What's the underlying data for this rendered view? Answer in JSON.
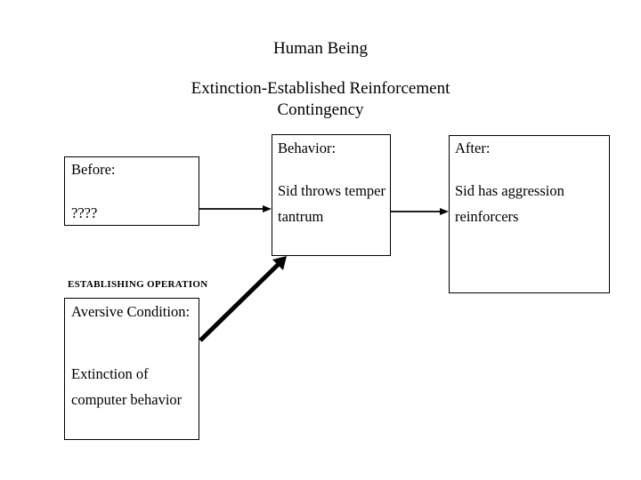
{
  "slide": {
    "title_main": "Human Being",
    "title_sub_line1": "Extinction-Established Reinforcement",
    "title_sub_line2": "Contingency",
    "background_color": "#ffffff",
    "ink_color": "#000000"
  },
  "boxes": {
    "before": {
      "heading": "Before:",
      "value": "????"
    },
    "behavior": {
      "heading": "Behavior:",
      "value": "Sid throws temper tantrum"
    },
    "after": {
      "heading": "After:",
      "value": "Sid has aggression reinforcers"
    },
    "establishing_operation": {
      "banner": "ESTABLISHING OPERATION",
      "heading": "Aversive Condition:",
      "value": "Extinction of computer behavior"
    }
  },
  "arrows": [
    {
      "name": "before-to-behavior",
      "style": "thin",
      "direction": "right"
    },
    {
      "name": "behavior-to-after",
      "style": "thin",
      "direction": "right"
    },
    {
      "name": "establishing-operation-to-behavior",
      "style": "thick",
      "direction": "up-right"
    }
  ]
}
